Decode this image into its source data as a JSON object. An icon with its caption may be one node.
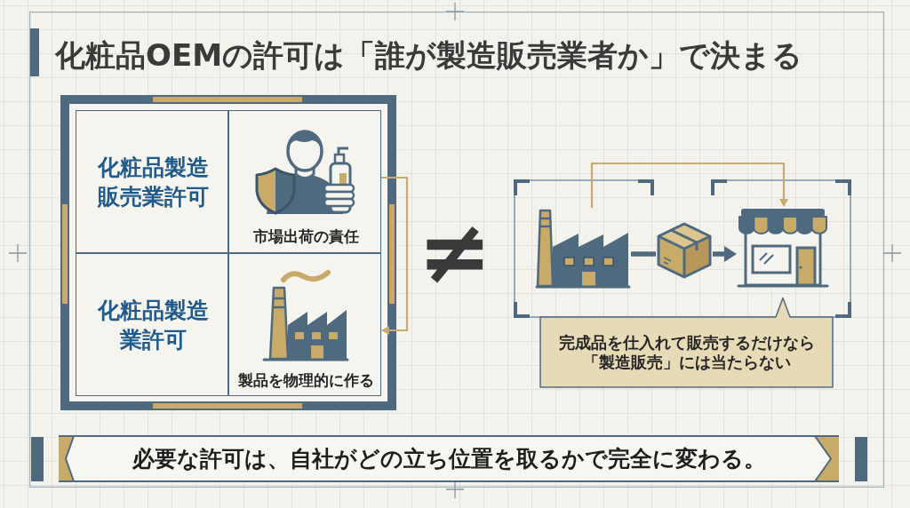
{
  "diagram": {
    "title": "化粧品OEMの許可は「誰が製造販売業者か」で決まる",
    "nodes": [
      {
        "text": [],
        "shape": "box"
      },
      {
        "text": [
          "化粧品製造販売業許可"
        ],
        "in": 0
      },
      {
        "text": [
          "市場出荷の責任"
        ],
        "in": 0
      },
      {
        "text": [
          "化粧品製造業許可"
        ],
        "in": 0
      },
      {
        "text": [
          "製品を物理的に作る"
        ],
        "in": 0
      },
      {
        "text": [],
        "shape": "box"
      },
      {
        "text": [],
        "shape": "picture",
        "in": 5
      },
      {
        "text": [],
        "shape": "picture",
        "in": 5
      },
      {
        "text": [],
        "shape": "picture",
        "in": 5
      },
      {
        "text": [
          "完成品を仕入れて販売するだけなら「製造販売」には当たらない"
        ]
      },
      {
        "text": [
          "必要な許可は、自社がどの立ち位置を取るかで完全に変わる。"
        ]
      }
    ],
    "edges": [
      {
        "from": 2,
        "to": 4,
        "arrow": "to",
        "color": "#c8ab68"
      },
      {
        "from": 6,
        "to": 7,
        "arrow": "none",
        "style": "thick",
        "color": "#4f6a7f"
      },
      {
        "from": 7,
        "to": 8,
        "arrow": "to",
        "style": "thick",
        "color": "#4f6a7f"
      },
      {
        "from": 6,
        "to": 8,
        "arrow": "to",
        "color": "#c8ab68"
      }
    ],
    "labels": [
      "≠"
    ]
  }
}
